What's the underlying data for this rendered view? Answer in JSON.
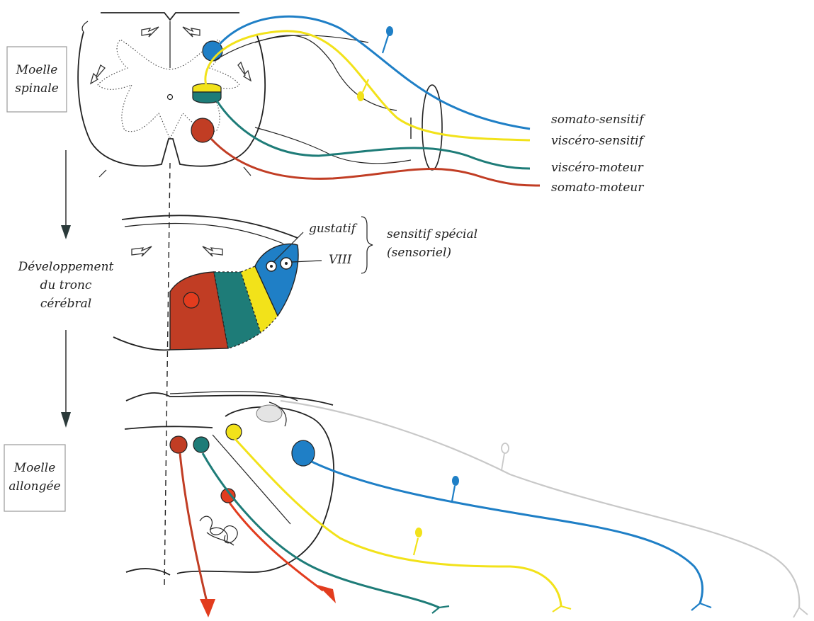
{
  "stages": {
    "moelle_spinale": [
      "Moelle",
      "spinale"
    ],
    "developpement": [
      "Développement",
      "du tronc",
      "cérébral"
    ],
    "moelle_allongee": [
      "Moelle",
      "allongée"
    ]
  },
  "fibers": {
    "somato_sensitif": "somato-sensitif",
    "viscero_sensitif": "viscéro-sensitif",
    "viscero_moteur": "viscéro-moteur",
    "somato_moteur": "somato-moteur"
  },
  "special": {
    "gustatif": "gustatif",
    "viii": "VIII",
    "sensitif_special": "sensitif spécial",
    "sensoriel": "(sensoriel)"
  },
  "colors": {
    "somato_sensitif": "#1f7fc6",
    "viscero_sensitif": "#f2e21a",
    "viscero_moteur": "#1e7c78",
    "somato_moteur": "#c13d24",
    "motor_arrow": "#e23c1e",
    "special_fiber": "#c8c8c8"
  }
}
